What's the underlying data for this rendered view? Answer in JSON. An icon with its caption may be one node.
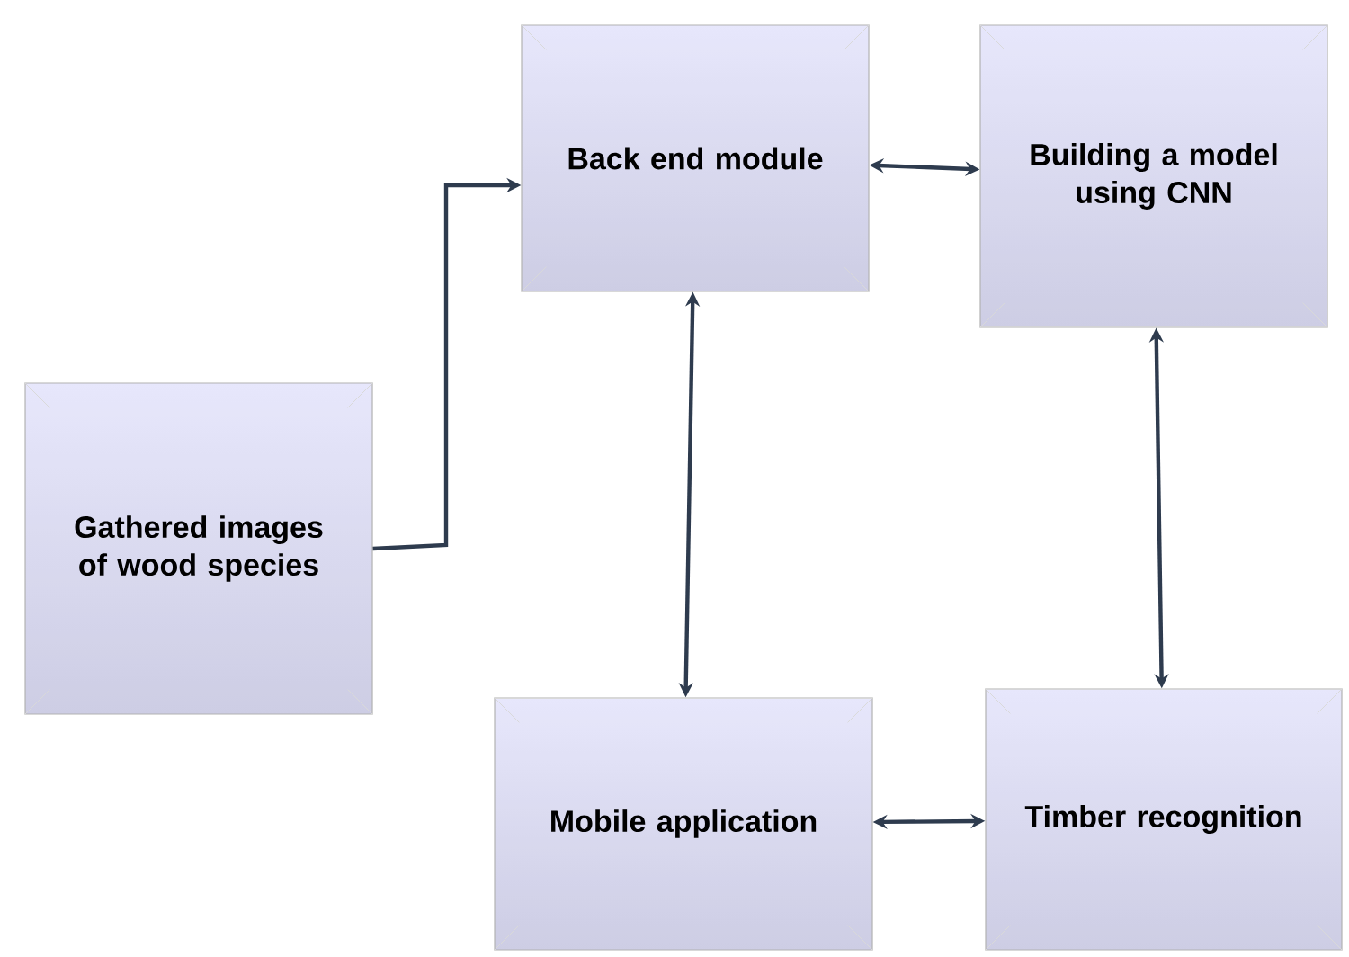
{
  "diagram": {
    "nodes": [
      {
        "text": [
          "Back end module"
        ]
      },
      {
        "text": [
          "Building a model using CNN"
        ]
      },
      {
        "text": [
          "Gathered images of wood species"
        ]
      },
      {
        "text": [
          "Mobile application"
        ]
      },
      {
        "text": [
          "Timber recognition"
        ]
      }
    ],
    "edges": [
      {
        "from": 2,
        "to": 0,
        "arrow": "to"
      },
      {
        "from": 0,
        "to": 1,
        "arrow": "both"
      },
      {
        "from": 0,
        "to": 3,
        "arrow": "both"
      },
      {
        "from": 1,
        "to": 4,
        "arrow": "both"
      },
      {
        "from": 3,
        "to": 4,
        "arrow": "both"
      }
    ]
  }
}
